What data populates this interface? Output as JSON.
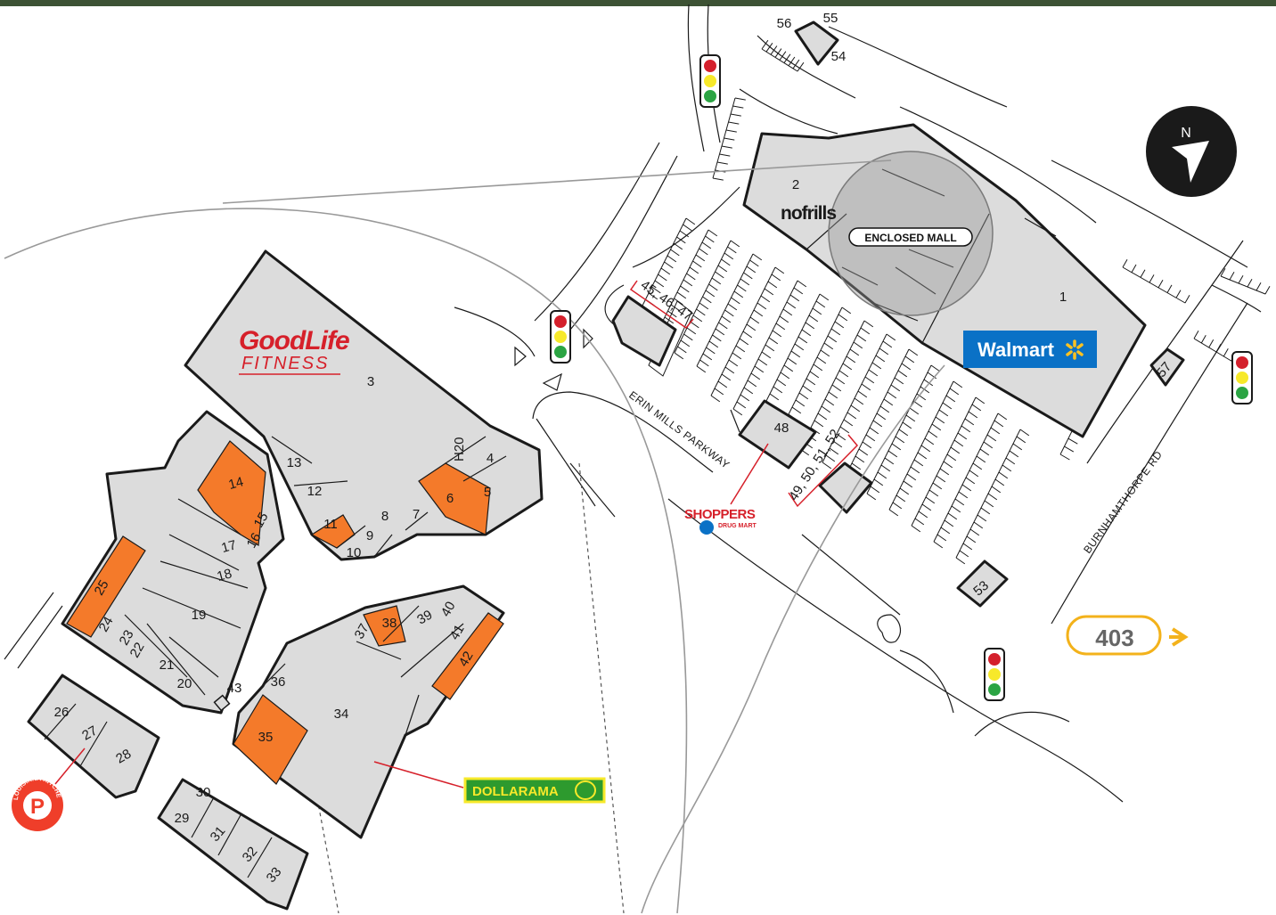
{
  "units": [
    "1",
    "2",
    "3",
    "4",
    "5",
    "6",
    "7",
    "8",
    "9",
    "10",
    "11",
    "12",
    "13",
    "14",
    "15",
    "16",
    "17",
    "18",
    "19",
    "20",
    "21",
    "22",
    "23",
    "24",
    "25",
    "26",
    "27",
    "28",
    "29",
    "30",
    "31",
    "32",
    "33",
    "34",
    "35",
    "36",
    "37",
    "38",
    "39",
    "40",
    "41",
    "42",
    "43",
    "48",
    "53",
    "54",
    "55",
    "56",
    "57"
  ],
  "unit_group_labels": {
    "g45": "45, 46, 47",
    "g49": "49, 50, 51, 52",
    "h20": "H20"
  },
  "tenants": {
    "goodlife_line1": "GoodLife",
    "goodlife_line2": "FITNESS",
    "nofrills": "nofrills",
    "walmart": "Walmart",
    "shoppers_line1": "SHOPPERS",
    "shoppers_line2": "DRUG MART",
    "dollarama": "DOLLARAMA",
    "popeyes_letter": "P",
    "popeyes_ring": "LOUISIANA KITCHEN"
  },
  "labels": {
    "enclosed_mall": "ENCLOSED MALL",
    "erin_mills": "ERIN MILLS PARKWAY",
    "burnhamthorpe": "BURNHAMTHORPE RD",
    "highway": "403",
    "north": "N"
  },
  "colors": {
    "building": "#dcdcdc",
    "vacant_unit": "#f47a2a",
    "goodlife_red": "#d6202a",
    "walmart_blue": "#0a71c6",
    "walmart_spark": "#ffc220",
    "dollarama_green": "#2d9a2e",
    "highway_gold": "#f3b21b"
  }
}
